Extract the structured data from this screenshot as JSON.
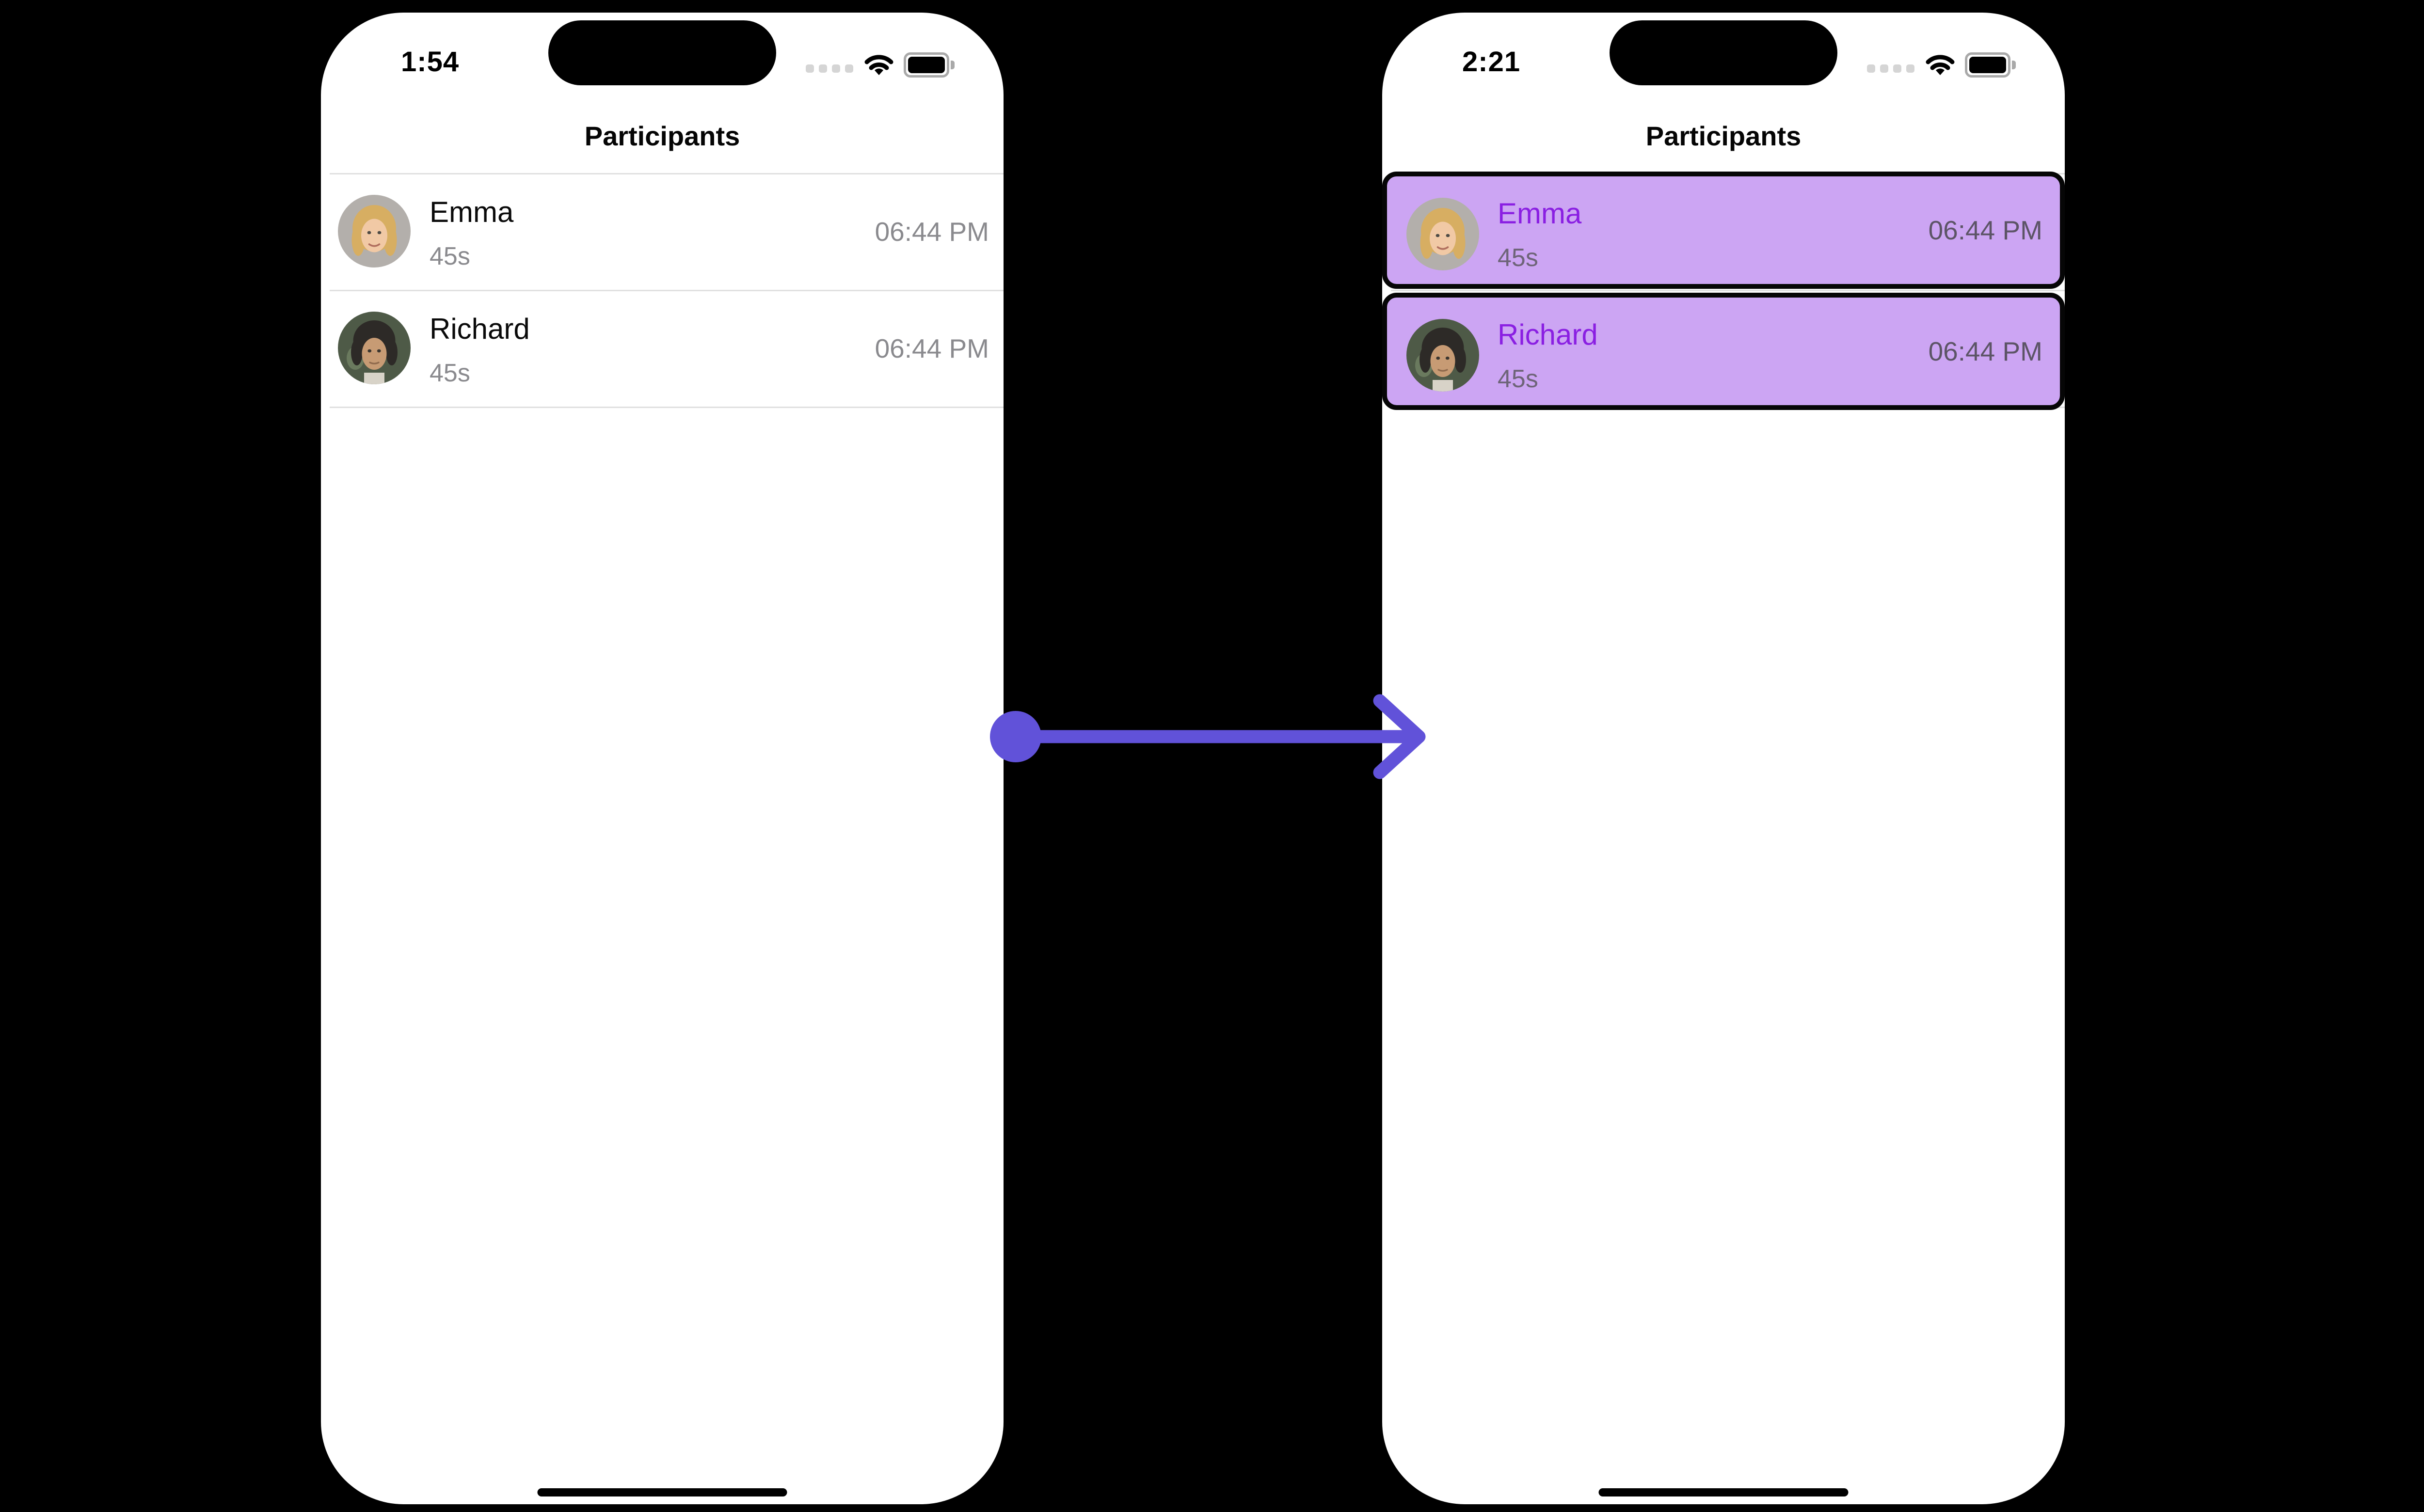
{
  "colors": {
    "canvas_bg": "#000000",
    "phone_bg": "#ffffff",
    "text_primary": "#0a0a0a",
    "text_secondary": "#8a8a8e",
    "divider": "#e0e0e0",
    "highlight_row_bg": "#cca5f3",
    "highlight_row_border": "#060606",
    "highlight_name": "#8a1fe2",
    "highlight_secondary": "#6e6478",
    "highlight_time": "#5c5466",
    "arrow": "#6152d9",
    "island": "#000000"
  },
  "phones": [
    {
      "status_bar": {
        "time": "1:54"
      },
      "header": {
        "title": "Participants"
      },
      "participants": [
        {
          "name": "Emma",
          "duration": "45s",
          "time": "06:44 PM"
        },
        {
          "name": "Richard",
          "duration": "45s",
          "time": "06:44 PM"
        }
      ]
    },
    {
      "status_bar": {
        "time": "2:21"
      },
      "header": {
        "title": "Participants"
      },
      "participants": [
        {
          "name": "Emma",
          "duration": "45s",
          "time": "06:44 PM"
        },
        {
          "name": "Richard",
          "duration": "45s",
          "time": "06:44 PM"
        }
      ]
    }
  ]
}
